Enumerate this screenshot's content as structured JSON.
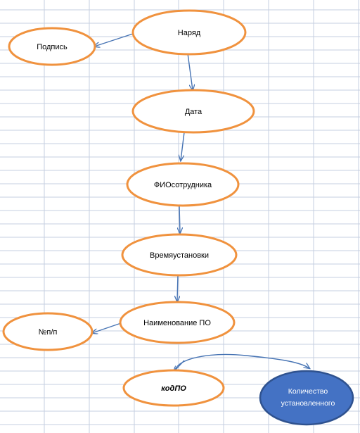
{
  "colors": {
    "grid": "#c6cfe0",
    "node_stroke": "#f0923e",
    "node_fill": "#ffffff",
    "arrow": "#4774b4",
    "blue_node_fill": "#4472c4",
    "blue_node_stroke": "#2f528f"
  },
  "nodes": {
    "naryad": "Наряд",
    "podpis": "Подпись",
    "data": "Дата",
    "fio": "ФИОсотрудника",
    "vremya": "Времяустановки",
    "naimenovanie": "Наименование ПО",
    "num": "№п/п",
    "kod": "кодПО",
    "kolichestvo_line1": "Количество",
    "kolichestvo_line2": "установленного"
  }
}
